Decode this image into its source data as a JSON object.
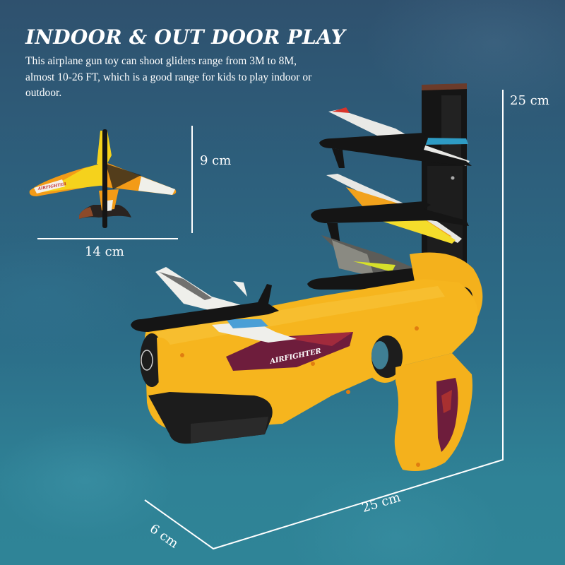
{
  "header": {
    "title": "INDOOR & OUT DOOR PLAY",
    "description": "This airplane gun toy can shoot gliders range from 3M to 8M, almost 10-26 FT, which is a good range for kids to play indoor or outdoor."
  },
  "glider": {
    "height_label": "9 cm",
    "width_label": "14 cm",
    "brand_text": "AIRFIGHTER"
  },
  "launcher": {
    "height_label": "25 cm",
    "length_label": "25 cm",
    "depth_label": "6 cm",
    "brand_text": "AIRFIGHTER"
  },
  "colors": {
    "background_top": "#2f516e",
    "background_bottom": "#2f8497",
    "toy_body": "#f6b51e",
    "magazine": "#1b1b1b",
    "accent_purple": "#6e1d3c",
    "dimension_lines": "#ffffff"
  }
}
